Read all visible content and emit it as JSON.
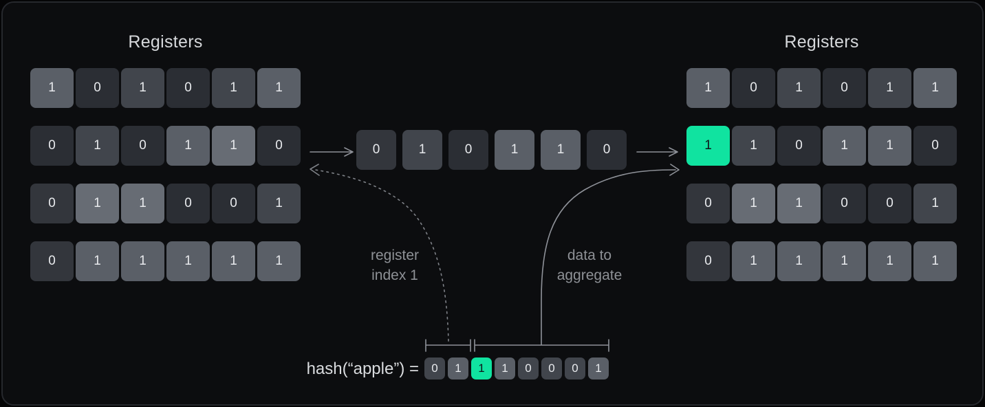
{
  "titles": {
    "left": "Registers",
    "right": "Registers"
  },
  "labels": {
    "register_index_line1": "register",
    "register_index_line2": "index 1",
    "aggregate_line1": "data to",
    "aggregate_line2": "aggregate",
    "hash_expression": "hash(“apple”) ="
  },
  "colors": {
    "background": "#050506",
    "card": "#0c0d0f",
    "card_border": "#26282d",
    "title_text": "#d6d8db",
    "label_text": "#8e9196",
    "cell_text": "#e8eaed",
    "green_cell_text": "#0f1419",
    "arrow": "#8f9299",
    "dashed_arrow": "#7e8187",
    "tones": {
      "dark": "#2b2e34",
      "dark2": "#33363c",
      "mid": "#41454c",
      "light": "#5a5f67",
      "xlight": "#676c74",
      "green": "#10e3a0"
    }
  },
  "grids": {
    "left": {
      "rows": [
        [
          {
            "v": "1",
            "tone": "light"
          },
          {
            "v": "0",
            "tone": "dark"
          },
          {
            "v": "1",
            "tone": "mid"
          },
          {
            "v": "0",
            "tone": "dark"
          },
          {
            "v": "1",
            "tone": "mid"
          },
          {
            "v": "1",
            "tone": "light"
          }
        ],
        [
          {
            "v": "0",
            "tone": "dark"
          },
          {
            "v": "1",
            "tone": "mid"
          },
          {
            "v": "0",
            "tone": "dark"
          },
          {
            "v": "1",
            "tone": "light"
          },
          {
            "v": "1",
            "tone": "xlight"
          },
          {
            "v": "0",
            "tone": "dark"
          }
        ],
        [
          {
            "v": "0",
            "tone": "dark2"
          },
          {
            "v": "1",
            "tone": "xlight"
          },
          {
            "v": "1",
            "tone": "xlight"
          },
          {
            "v": "0",
            "tone": "dark"
          },
          {
            "v": "0",
            "tone": "dark"
          },
          {
            "v": "1",
            "tone": "mid"
          }
        ],
        [
          {
            "v": "0",
            "tone": "dark2"
          },
          {
            "v": "1",
            "tone": "light"
          },
          {
            "v": "1",
            "tone": "light"
          },
          {
            "v": "1",
            "tone": "light"
          },
          {
            "v": "1",
            "tone": "light"
          },
          {
            "v": "1",
            "tone": "light"
          }
        ]
      ]
    },
    "middle": {
      "cells": [
        {
          "v": "0",
          "tone": "dark2"
        },
        {
          "v": "1",
          "tone": "mid"
        },
        {
          "v": "0",
          "tone": "dark"
        },
        {
          "v": "1",
          "tone": "light"
        },
        {
          "v": "1",
          "tone": "light"
        },
        {
          "v": "0",
          "tone": "dark"
        }
      ]
    },
    "right": {
      "rows": [
        [
          {
            "v": "1",
            "tone": "light"
          },
          {
            "v": "0",
            "tone": "dark"
          },
          {
            "v": "1",
            "tone": "mid"
          },
          {
            "v": "0",
            "tone": "dark"
          },
          {
            "v": "1",
            "tone": "mid"
          },
          {
            "v": "1",
            "tone": "light"
          }
        ],
        [
          {
            "v": "1",
            "tone": "green"
          },
          {
            "v": "1",
            "tone": "mid"
          },
          {
            "v": "0",
            "tone": "dark"
          },
          {
            "v": "1",
            "tone": "light"
          },
          {
            "v": "1",
            "tone": "light"
          },
          {
            "v": "0",
            "tone": "dark"
          }
        ],
        [
          {
            "v": "0",
            "tone": "dark2"
          },
          {
            "v": "1",
            "tone": "xlight"
          },
          {
            "v": "1",
            "tone": "xlight"
          },
          {
            "v": "0",
            "tone": "dark"
          },
          {
            "v": "0",
            "tone": "dark"
          },
          {
            "v": "1",
            "tone": "mid"
          }
        ],
        [
          {
            "v": "0",
            "tone": "dark2"
          },
          {
            "v": "1",
            "tone": "light"
          },
          {
            "v": "1",
            "tone": "light"
          },
          {
            "v": "1",
            "tone": "light"
          },
          {
            "v": "1",
            "tone": "light"
          },
          {
            "v": "1",
            "tone": "light"
          }
        ]
      ]
    },
    "hash_bits": [
      {
        "v": "0",
        "tone": "mid"
      },
      {
        "v": "1",
        "tone": "light"
      },
      {
        "v": "1",
        "tone": "green"
      },
      {
        "v": "1",
        "tone": "light"
      },
      {
        "v": "0",
        "tone": "mid"
      },
      {
        "v": "0",
        "tone": "mid"
      },
      {
        "v": "0",
        "tone": "mid"
      },
      {
        "v": "1",
        "tone": "light"
      }
    ]
  }
}
